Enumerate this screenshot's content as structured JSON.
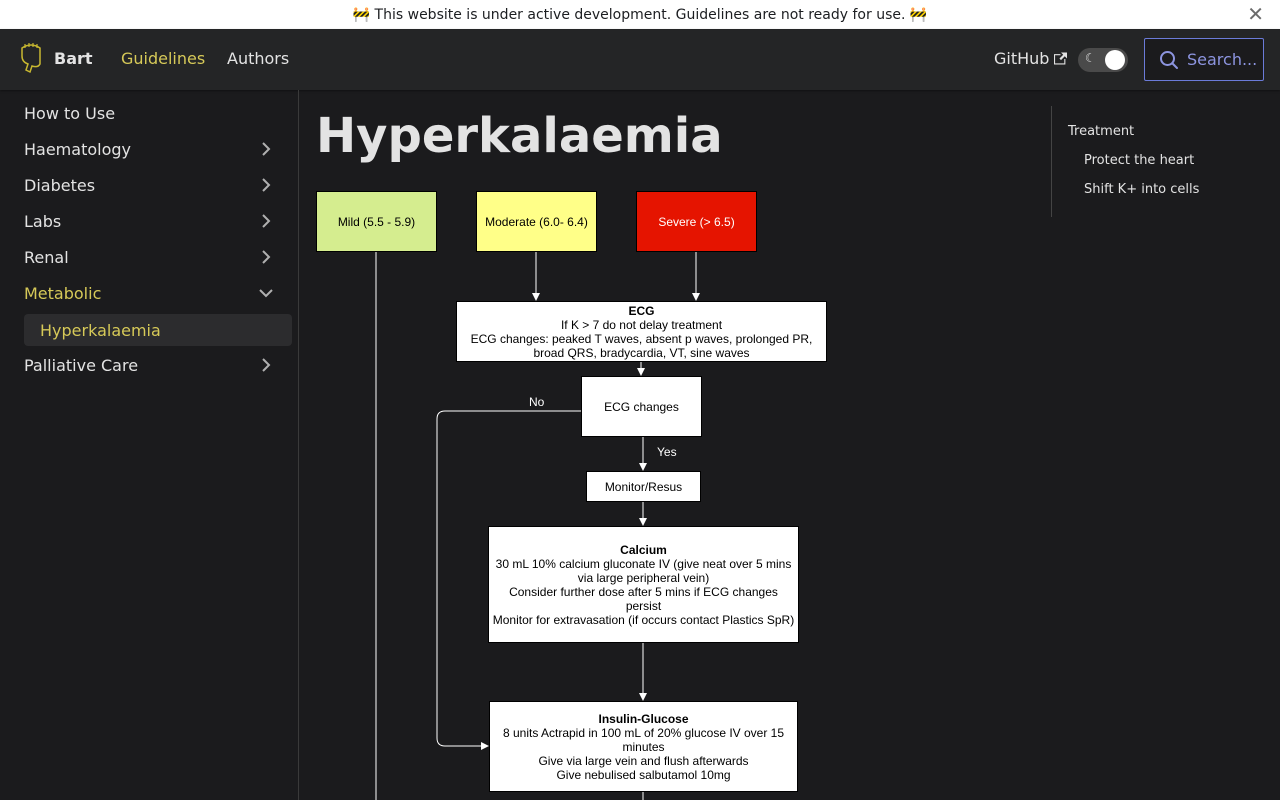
{
  "announcement": {
    "text": "🚧 This website is under active development. Guidelines are not ready for use. 🚧"
  },
  "navbar": {
    "brand": "Bart",
    "links": [
      "Guidelines",
      "Authors"
    ],
    "github": "GitHub",
    "search_placeholder": "Search..."
  },
  "sidebar": {
    "items": [
      "How to Use",
      "Haematology",
      "Diabetes",
      "Labs",
      "Renal",
      "Metabolic",
      "Palliative Care"
    ],
    "active_item": "Metabolic",
    "sub_item": "Hyperkalaemia"
  },
  "page": {
    "title": "Hyperkalaemia"
  },
  "toc": {
    "items": [
      "Treatment",
      "Protect the heart",
      "Shift K+ into cells"
    ]
  },
  "flowchart": {
    "mild": "Mild (5.5 - 5.9)",
    "moderate": "Moderate (6.0- 6.4)",
    "severe": "Severe (> 6.5)",
    "ecg": {
      "title": "ECG",
      "lines": [
        "If K > 7 do not delay treatment",
        "ECG changes: peaked T waves, absent p waves, prolonged PR,",
        "broad QRS, bradycardia, VT, sine waves"
      ]
    },
    "ecg_changes": "ECG changes",
    "no_label": "No",
    "yes_label": "Yes",
    "monitor": "Monitor/Resus",
    "calcium": {
      "title": "Calcium",
      "lines": [
        "30 mL 10% calcium gluconate IV (give neat over 5 mins",
        "via large peripheral vein)",
        "Consider further dose after 5 mins if ECG changes",
        "persist",
        "Monitor for extravasation (if occurs contact Plastics SpR)"
      ]
    },
    "insulin": {
      "title": "Insulin-Glucose",
      "lines": [
        "8 units Actrapid in 100 mL of 20% glucose IV over 15",
        "minutes",
        "Give via large vein and flush afterwards",
        "Give nebulised salbutamol 10mg"
      ]
    },
    "colors": {
      "mild": "#d5ed8f",
      "moderate": "#ffff88",
      "severe": "#e51400"
    }
  },
  "colors": {
    "accent": "#d6c958",
    "background": "#1b1b1d",
    "navbar": "#242526"
  }
}
